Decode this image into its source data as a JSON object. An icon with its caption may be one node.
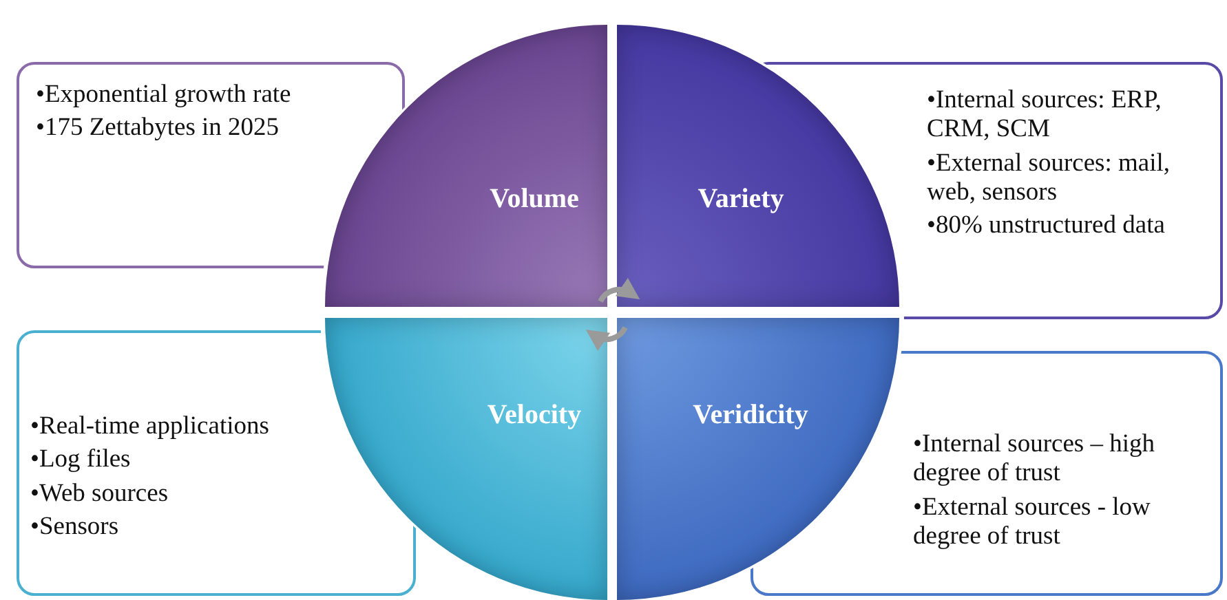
{
  "diagram": {
    "nodes": [
      {
        "text": [
          "•Exponential growth rate",
          "•175 Zettabytes in 2025"
        ]
      },
      {
        "text": [
          "Volume"
        ]
      },
      {
        "text": [
          "Variety"
        ]
      },
      {
        "text": [
          "•Internal sources: ERP, CRM, SCM",
          "•External sources: mail, web, sensors",
          "•80% unstructured data"
        ]
      },
      {
        "text": [
          "•Real-time applications",
          "•Log files",
          "•Web sources",
          "•Sensors"
        ]
      },
      {
        "text": [
          "Velocity"
        ]
      },
      {
        "text": [
          "Veridicity"
        ]
      },
      {
        "text": [
          "•Internal sources – high degree of trust",
          "•External sources - low degree of trust"
        ]
      }
    ],
    "edges": [
      {
        "from": 1,
        "to": 2,
        "arrow": "to"
      },
      {
        "from": 6,
        "to": 5,
        "arrow": "to"
      }
    ]
  }
}
